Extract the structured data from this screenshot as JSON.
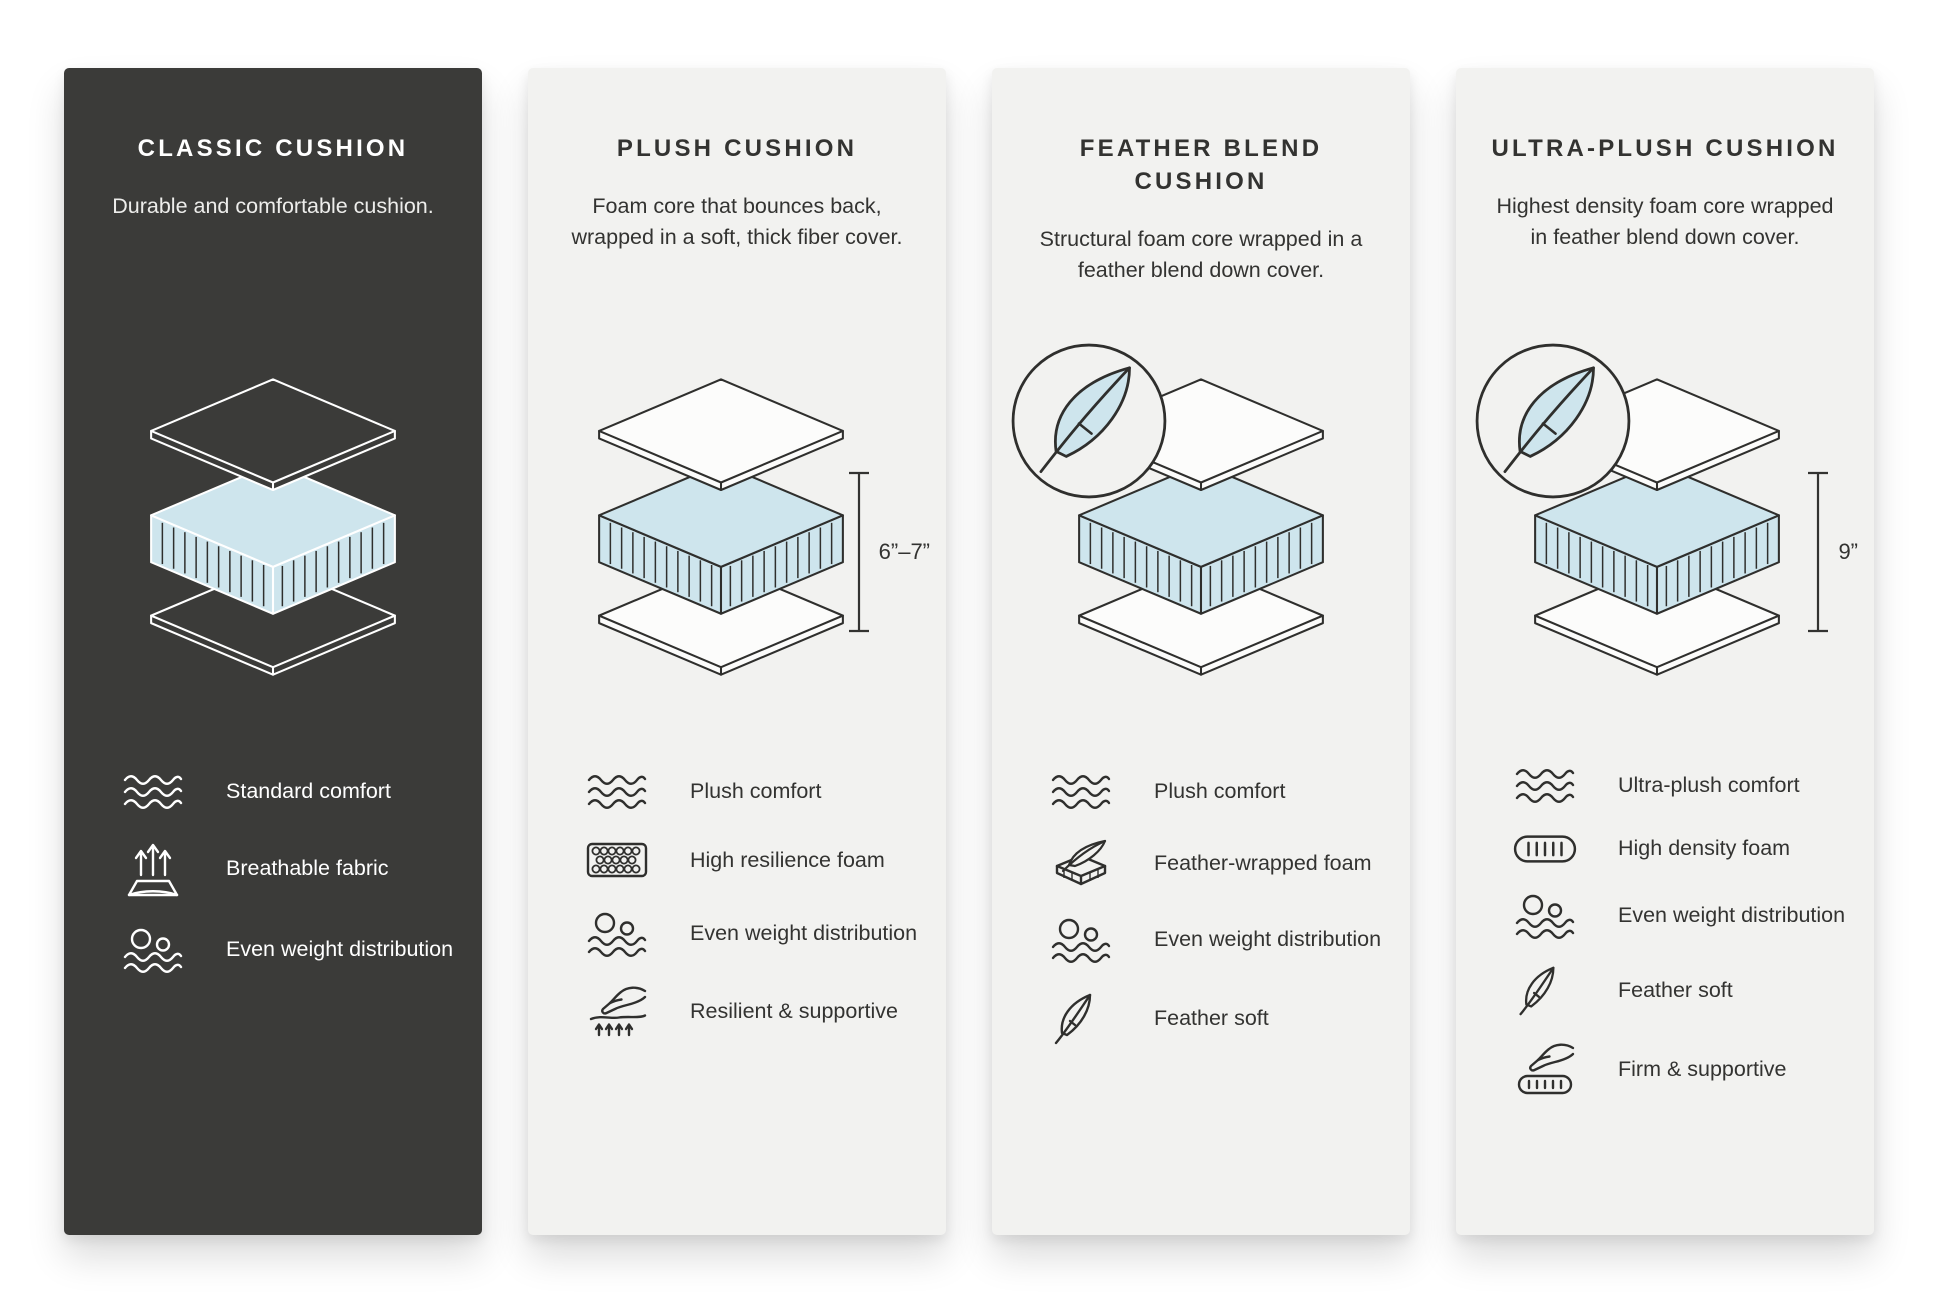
{
  "page": {
    "background": "#FFFFFF"
  },
  "colors": {
    "dark_panel": "#3B3B39",
    "light_panel": "#F2F2F0",
    "foam_blue": "#CEE5ED",
    "line_dark": "#2F2F2D",
    "line_light": "#FFFFFF"
  },
  "cards": [
    {
      "id": "classic",
      "title": "CLASSIC CUSHION",
      "description": "Durable and comfortable cushion.",
      "theme": "dark",
      "features": [
        {
          "icon": "waves-icon",
          "label": "Standard comfort"
        },
        {
          "icon": "breathable-fabric-icon",
          "label": "Breathable fabric"
        },
        {
          "icon": "even-weight-icon",
          "label": "Even weight distribution"
        }
      ]
    },
    {
      "id": "plush",
      "title": "PLUSH CUSHION",
      "description": "Foam core that bounces back, wrapped in a soft, thick fiber cover.",
      "theme": "light",
      "dimension_label": "6”–7”",
      "features": [
        {
          "icon": "waves-icon",
          "label": "Plush comfort"
        },
        {
          "icon": "resilience-foam-icon",
          "label": "High resilience foam"
        },
        {
          "icon": "even-weight-icon",
          "label": "Even weight distribution"
        },
        {
          "icon": "hand-press-icon",
          "label": "Resilient & supportive"
        }
      ]
    },
    {
      "id": "feather-blend",
      "title": "FEATHER BLEND CUSHION",
      "description": "Structural foam core wrapped in a feather blend down cover.",
      "theme": "light",
      "has_feather_badge": true,
      "features": [
        {
          "icon": "waves-icon",
          "label": "Plush comfort"
        },
        {
          "icon": "feather-foam-icon",
          "label": "Feather-wrapped foam"
        },
        {
          "icon": "even-weight-icon",
          "label": "Even weight distribution"
        },
        {
          "icon": "feather-icon",
          "label": "Feather soft"
        }
      ]
    },
    {
      "id": "ultra-plush",
      "title": "ULTRA-PLUSH CUSHION",
      "description": "Highest density foam core wrapped in feather blend down cover.",
      "theme": "light",
      "has_feather_badge": true,
      "dimension_label": "9”",
      "features": [
        {
          "icon": "waves-icon",
          "label": "Ultra-plush comfort"
        },
        {
          "icon": "density-foam-icon",
          "label": "High density foam"
        },
        {
          "icon": "even-weight-icon",
          "label": "Even weight distribution"
        },
        {
          "icon": "feather-icon",
          "label": "Feather soft"
        },
        {
          "icon": "hand-firm-icon",
          "label": "Firm & supportive"
        }
      ]
    }
  ]
}
